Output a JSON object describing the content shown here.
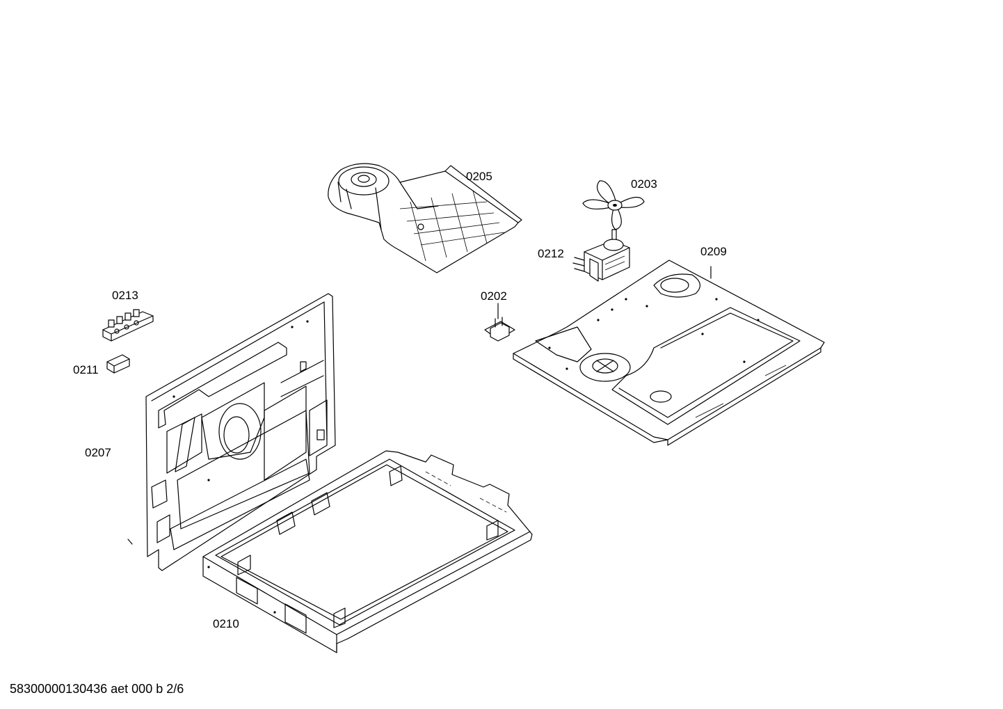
{
  "diagram": {
    "parts": [
      {
        "id": "0205",
        "label": "0205"
      },
      {
        "id": "0203",
        "label": "0203"
      },
      {
        "id": "0212",
        "label": "0212"
      },
      {
        "id": "0209",
        "label": "0209"
      },
      {
        "id": "0202",
        "label": "0202"
      },
      {
        "id": "0213",
        "label": "0213"
      },
      {
        "id": "0211",
        "label": "0211"
      },
      {
        "id": "0207",
        "label": "0207"
      },
      {
        "id": "0210",
        "label": "0210"
      }
    ]
  },
  "footer": {
    "document_code": "58300000130436 aet 000 b 2/6"
  }
}
